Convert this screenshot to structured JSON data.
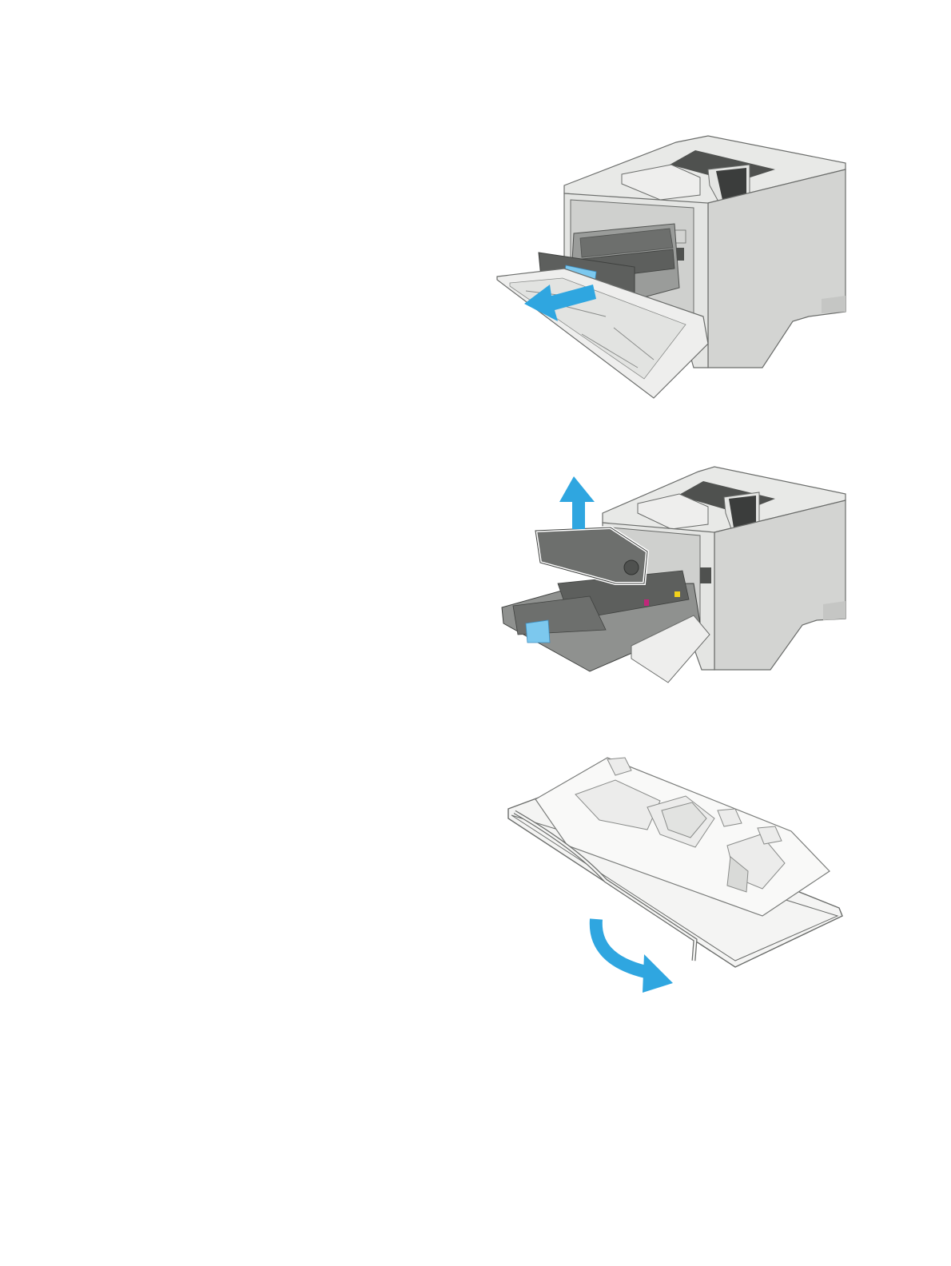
{
  "document": {
    "figures": [
      {
        "name": "printer-pull-out-cartridge-drawer",
        "arrow_icon": "arrow-left-icon"
      },
      {
        "name": "printer-lift-cartridge-from-drawer",
        "arrow_icon": "arrow-up-icon"
      },
      {
        "name": "cartridge-packaging-remove-strip",
        "arrow_icon": "arrow-curve-right-icon"
      }
    ]
  },
  "colors": {
    "printer_body": "#e4e5e3",
    "printer_side": "#d3d4d2",
    "outline": "#6b6d6b",
    "dark_part": "#5d5f5d",
    "screen": "#3b3d3c",
    "arrow_blue": "#2fa6e0",
    "handle_blue": "#7cc8ee",
    "magenta": "#c0267a",
    "yellow": "#f3d21a",
    "packaging": "#f4f4f3"
  }
}
